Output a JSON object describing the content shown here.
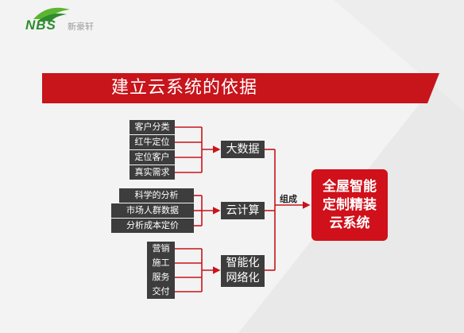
{
  "logo": {
    "text": "NBS",
    "subtitle": "新豪轩"
  },
  "title": "建立云系统的依据",
  "groups": [
    {
      "items": [
        "客户分类",
        "红牛定位",
        "定位客户",
        "真实需求"
      ],
      "target": [
        "大数据"
      ]
    },
    {
      "items": [
        "科学的分析",
        "市场人群数据",
        "分析成本定价"
      ],
      "target": [
        "云计算"
      ]
    },
    {
      "items": [
        "营销",
        "施工",
        "服务",
        "交付"
      ],
      "target": [
        "智能化",
        "网络化"
      ]
    }
  ],
  "connector_label": "组成",
  "result_lines": [
    "全屋智能",
    "定制精装",
    "云系统"
  ],
  "colors": {
    "accent_red": "#c8141b",
    "box_dark": "#3d3d3d",
    "line_red": "#c8141b"
  }
}
